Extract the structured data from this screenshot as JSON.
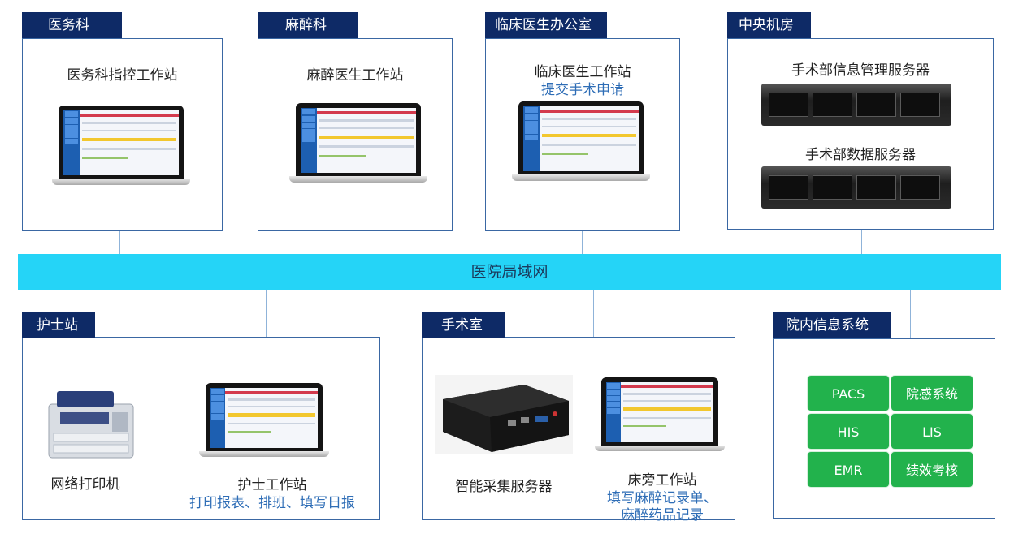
{
  "departments": {
    "medical_affairs": {
      "tab": "医务科",
      "station": "医务科指控工作站"
    },
    "anesthesia": {
      "tab": "麻醉科",
      "station": "麻醉医生工作站"
    },
    "clinical_office": {
      "tab": "临床医生办公室",
      "station": "临床医生工作站",
      "task": "提交手术申请"
    },
    "data_center": {
      "tab": "中央机房",
      "server1": "手术部信息管理服务器",
      "server2": "手术部数据服务器"
    },
    "nurse_station": {
      "tab": "护士站",
      "printer": "网络打印机",
      "station": "护士工作站",
      "task": "打印报表、排班、填写日报"
    },
    "operating_room": {
      "tab": "手术室",
      "collector": "智能采集服务器",
      "station": "床旁工作站",
      "task_line1": "填写麻醉记录单、",
      "task_line2": "麻醉药品记录"
    },
    "hospital_systems": {
      "tab": "院内信息系统",
      "items": [
        "PACS",
        "院感系统",
        "HIS",
        "LIS",
        "EMR",
        "绩效考核"
      ]
    }
  },
  "network": {
    "label": "医院局域网"
  },
  "colors": {
    "tab_bg": "#0e2a66",
    "lan_bg": "#25d4f7",
    "system_bg": "#22b24c",
    "task_text": "#2e6db6"
  }
}
